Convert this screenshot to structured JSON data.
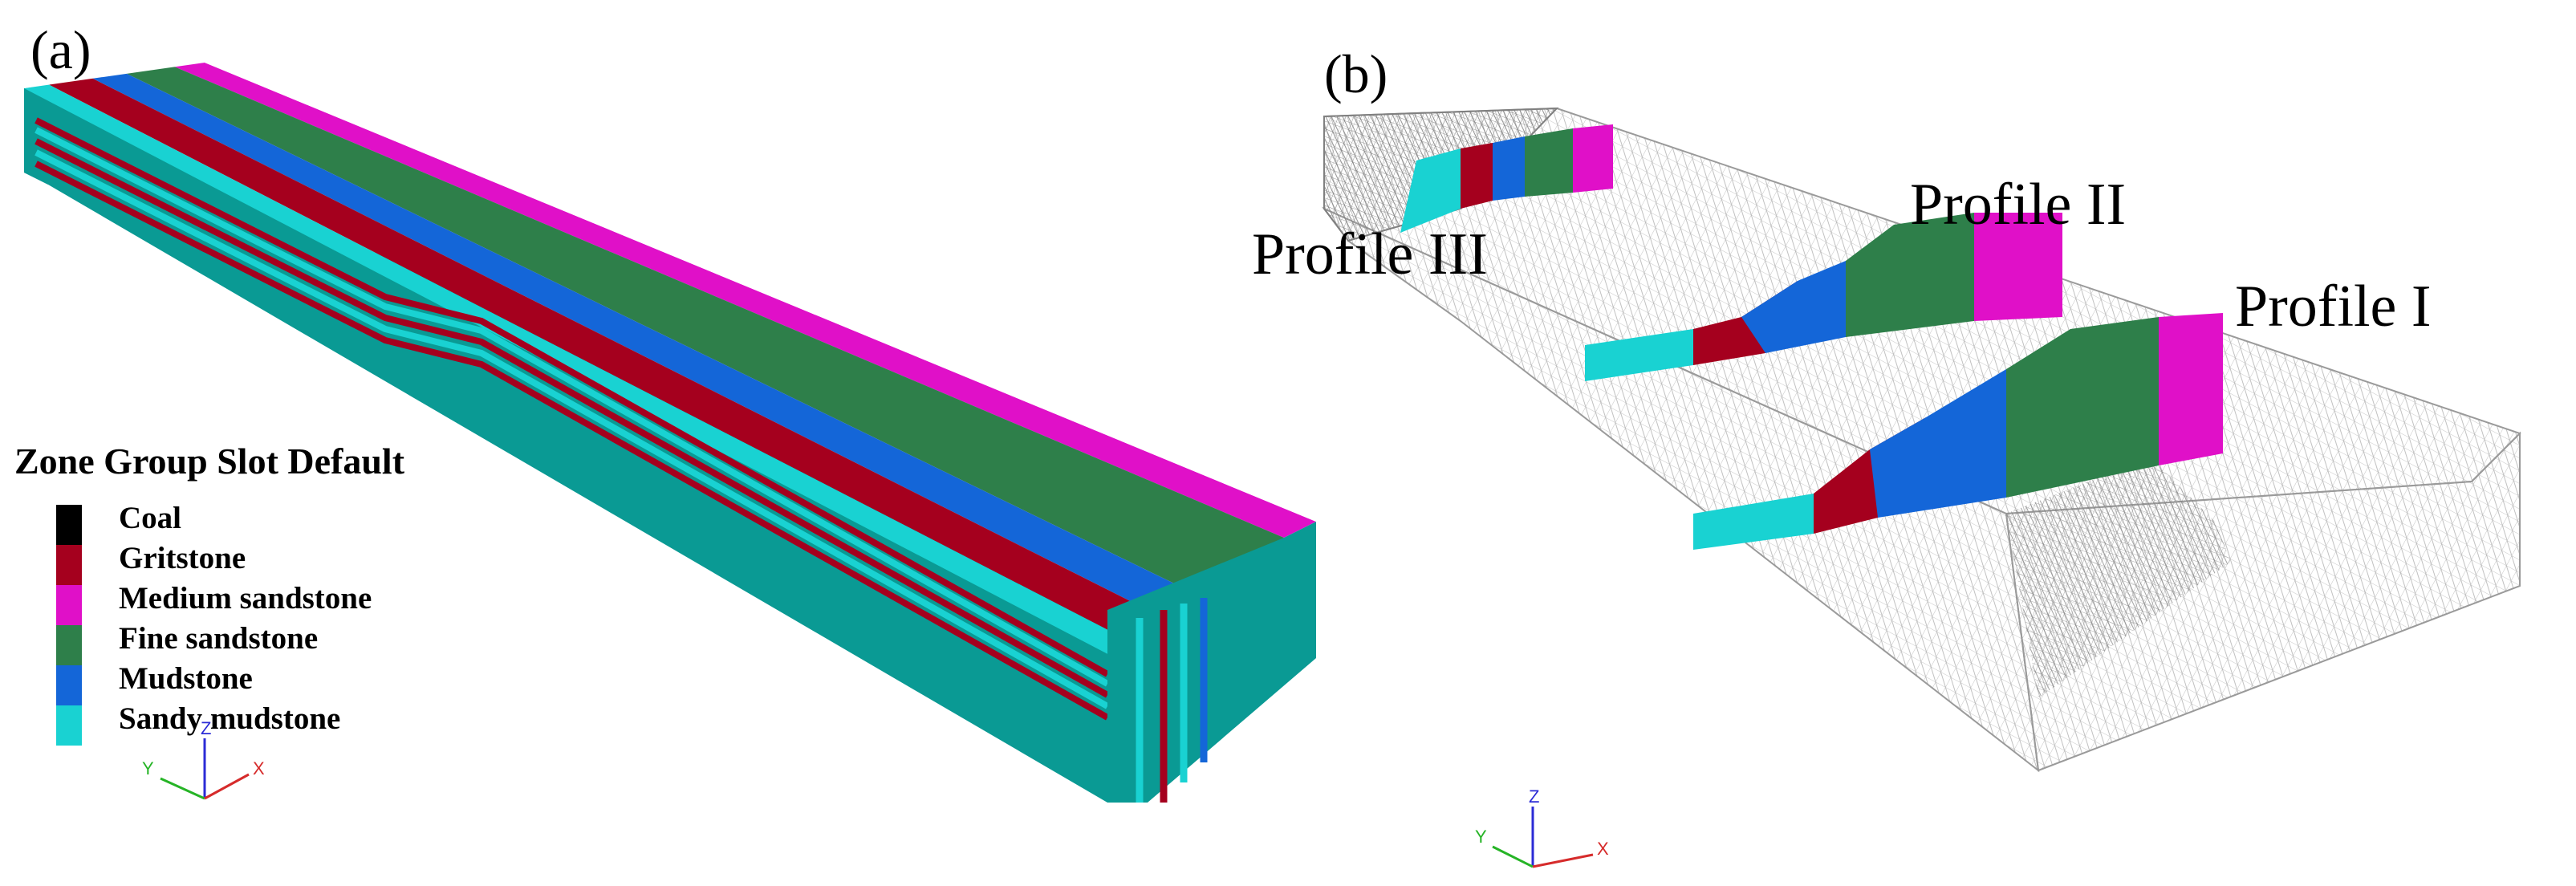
{
  "panel_a": {
    "label": "(a)",
    "legend": {
      "title": "Zone Group Slot Default",
      "items": [
        {
          "label": "Coal",
          "color": "#000000"
        },
        {
          "label": "Gritstone",
          "color": "#a5001e"
        },
        {
          "label": "Medium sandstone",
          "color": "#e010c8"
        },
        {
          "label": "Fine sandstone",
          "color": "#2e7f4a"
        },
        {
          "label": "Mudstone",
          "color": "#1466d8"
        },
        {
          "label": "Sandy mudstone",
          "color": "#19d2d2"
        }
      ]
    },
    "axes": {
      "x": "X",
      "y": "Y",
      "z": "Z"
    }
  },
  "panel_b": {
    "label": "(b)",
    "profiles": [
      "Profile I",
      "Profile II",
      "Profile III"
    ],
    "axes": {
      "x": "X",
      "y": "Y",
      "z": "Z"
    }
  },
  "colors": {
    "teal_face": "#0a9a94",
    "mesh": "#9a9a9a"
  }
}
